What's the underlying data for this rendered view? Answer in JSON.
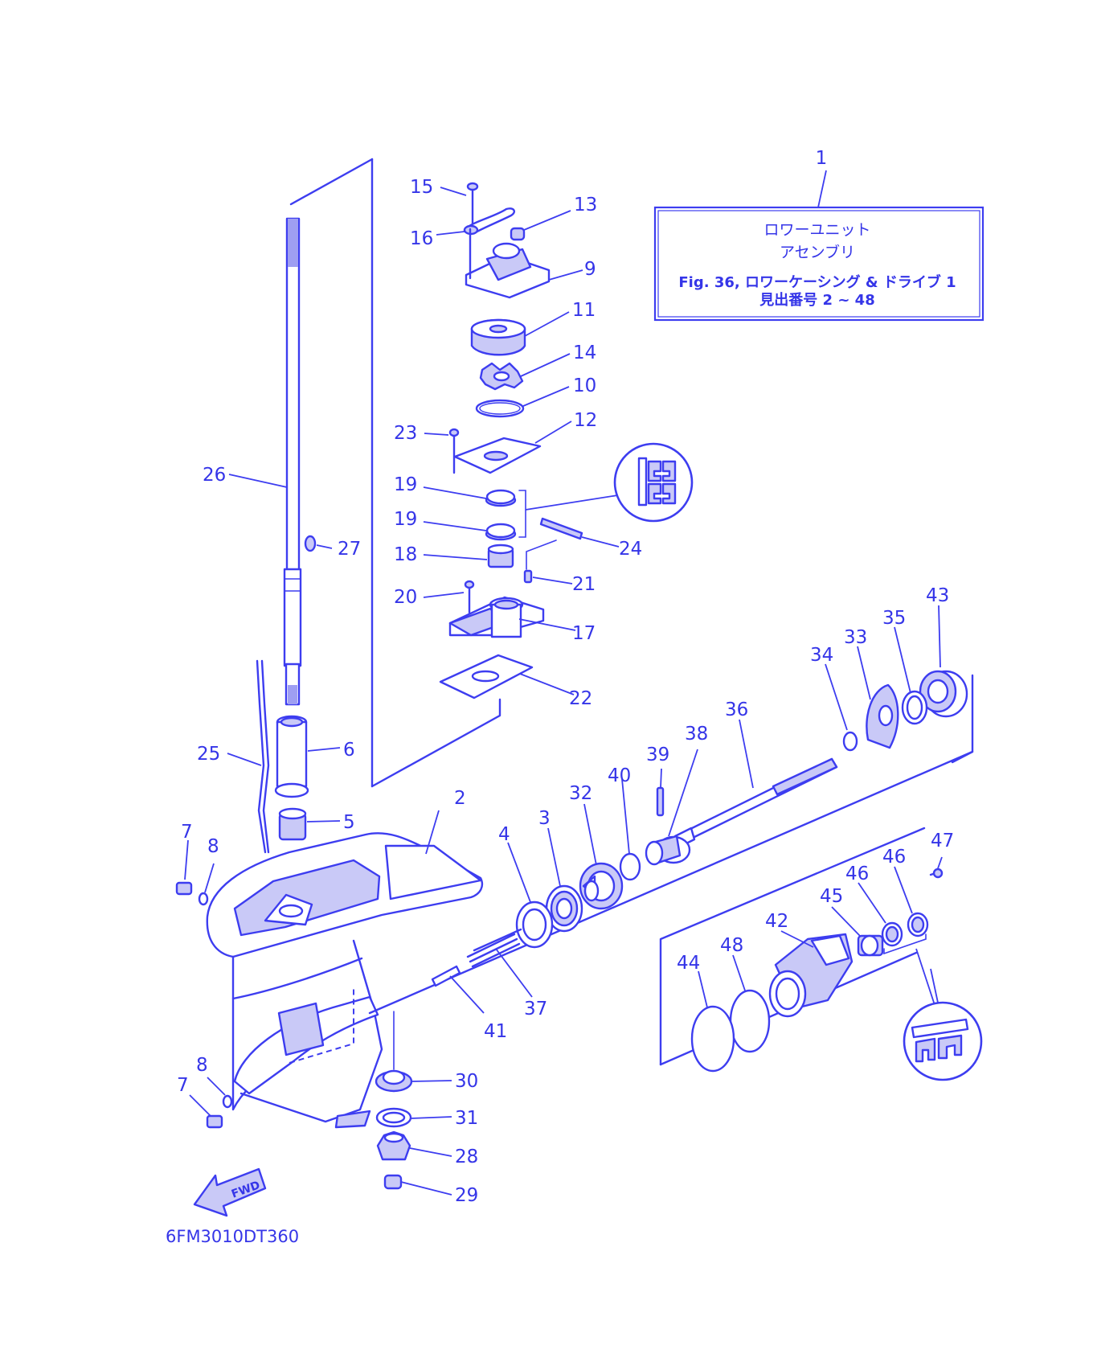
{
  "assembly_box": {
    "callout": "1",
    "line1": "ロワーユニット",
    "line2": "アセンブリ",
    "line3": "Fig. 36, ロワーケーシング & ドライブ 1",
    "line4": "見出番号 2 ~ 48"
  },
  "diagram_code": "6FM3010DT360",
  "fwd_label": "FWD",
  "callouts": [
    "2",
    "3",
    "4",
    "5",
    "6",
    "7",
    "7",
    "8",
    "8",
    "9",
    "10",
    "11",
    "12",
    "13",
    "14",
    "15",
    "16",
    "17",
    "18",
    "19",
    "19",
    "20",
    "21",
    "22",
    "23",
    "24",
    "25",
    "26",
    "27",
    "28",
    "29",
    "30",
    "31",
    "32",
    "33",
    "34",
    "35",
    "36",
    "37",
    "38",
    "39",
    "40",
    "41",
    "42",
    "43",
    "44",
    "45",
    "46",
    "46",
    "47",
    "48"
  ],
  "colors": {
    "line": "#3d3df0",
    "fill": "#c9c9f7",
    "text": "#3535e8"
  }
}
